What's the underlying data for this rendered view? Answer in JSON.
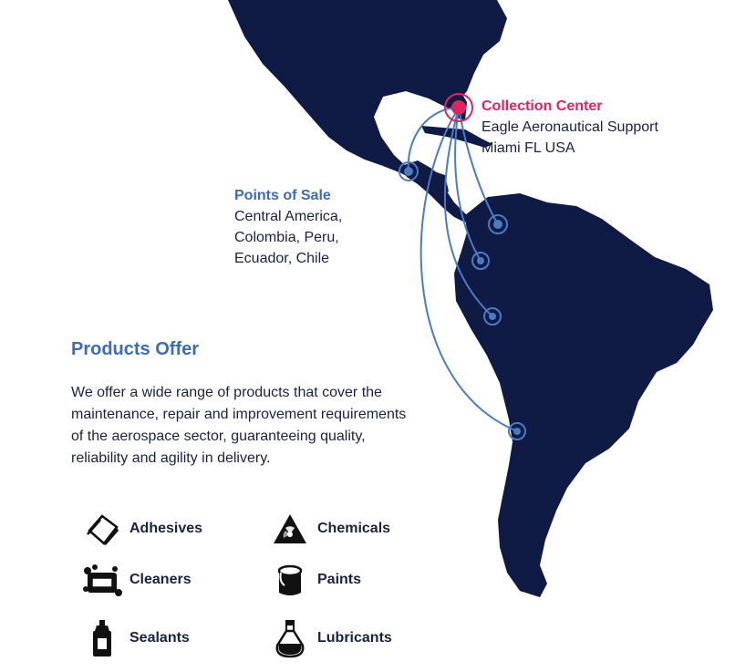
{
  "collection_center": {
    "title": "Collection Center",
    "line1": "Eagle Aeronautical Support",
    "line2": "Miami FL USA"
  },
  "points_of_sale": {
    "title": "Points of Sale",
    "line1": "Central America,",
    "line2": "Colombia,  Peru,",
    "line3": "Ecuador, Chile"
  },
  "products_offer": {
    "title": "Products Offer",
    "description": "We offer a wide range of products that cover the maintenance, repair and improvement requirements of the aerospace sector, guaranteeing quality, reliability and agility in delivery."
  },
  "products": [
    {
      "label": "Adhesives",
      "icon": "adhesive-sheets-icon"
    },
    {
      "label": "Chemicals",
      "icon": "hazard-triangle-icon"
    },
    {
      "label": "Cleaners",
      "icon": "cleaner-bucket-icon"
    },
    {
      "label": "Paints",
      "icon": "paint-can-icon"
    },
    {
      "label": "Sealants",
      "icon": "sealant-bottle-icon"
    },
    {
      "label": "Lubricants",
      "icon": "lubricant-flask-icon"
    }
  ],
  "colors": {
    "land": "#0f1b45",
    "route": "#4a7bc4",
    "hub": "#e0245e",
    "title_blue": "#3d6cb3",
    "text": "#1b2240"
  }
}
